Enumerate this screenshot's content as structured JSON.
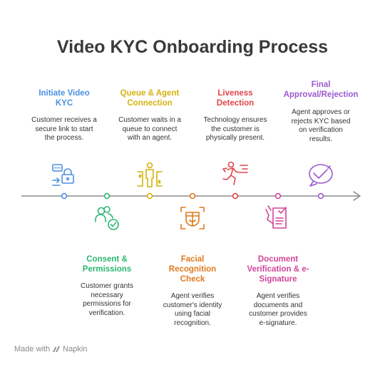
{
  "title": "Video KYC Onboarding Process",
  "steps": [
    {
      "title": "Initiate Video\nKYC",
      "desc": "Customer receives a\nsecure link to start\nthe process.",
      "color": "#4a90e2",
      "icon": "secure-link-icon"
    },
    {
      "title": "Consent &\nPermissions",
      "desc": "Customer grants\nnecessary\npermissions for\nverification.",
      "color": "#2bb673",
      "icon": "users-check-icon"
    },
    {
      "title": "Queue & Agent\nConnection",
      "desc": "Customer waits in a\nqueue to connect\nwith an agent.",
      "color": "#d4b20c",
      "icon": "queue-agent-icon"
    },
    {
      "title": "Facial\nRecognition\nCheck",
      "desc": "Agent verifies\ncustomer's identity\nusing facial\nrecognition.",
      "color": "#e07a1f",
      "icon": "face-scan-icon"
    },
    {
      "title": "Liveness\nDetection",
      "desc": "Technology ensures\nthe customer is\nphysically present.",
      "color": "#e0454a",
      "icon": "running-person-icon"
    },
    {
      "title": "Document\nVerification & e-\nSignature",
      "desc": "Agent verifies\ndocuments and\ncustomer provides\ne-signature.",
      "color": "#d2449a",
      "icon": "document-sign-icon"
    },
    {
      "title": "Final\nApproval/Rejection",
      "desc": "Agent approves or\nrejects KYC based\non verification\nresults.",
      "color": "#9b59d0",
      "icon": "approval-check-icon"
    }
  ],
  "footer": {
    "prefix": "Made with",
    "brand": "Napkin"
  }
}
